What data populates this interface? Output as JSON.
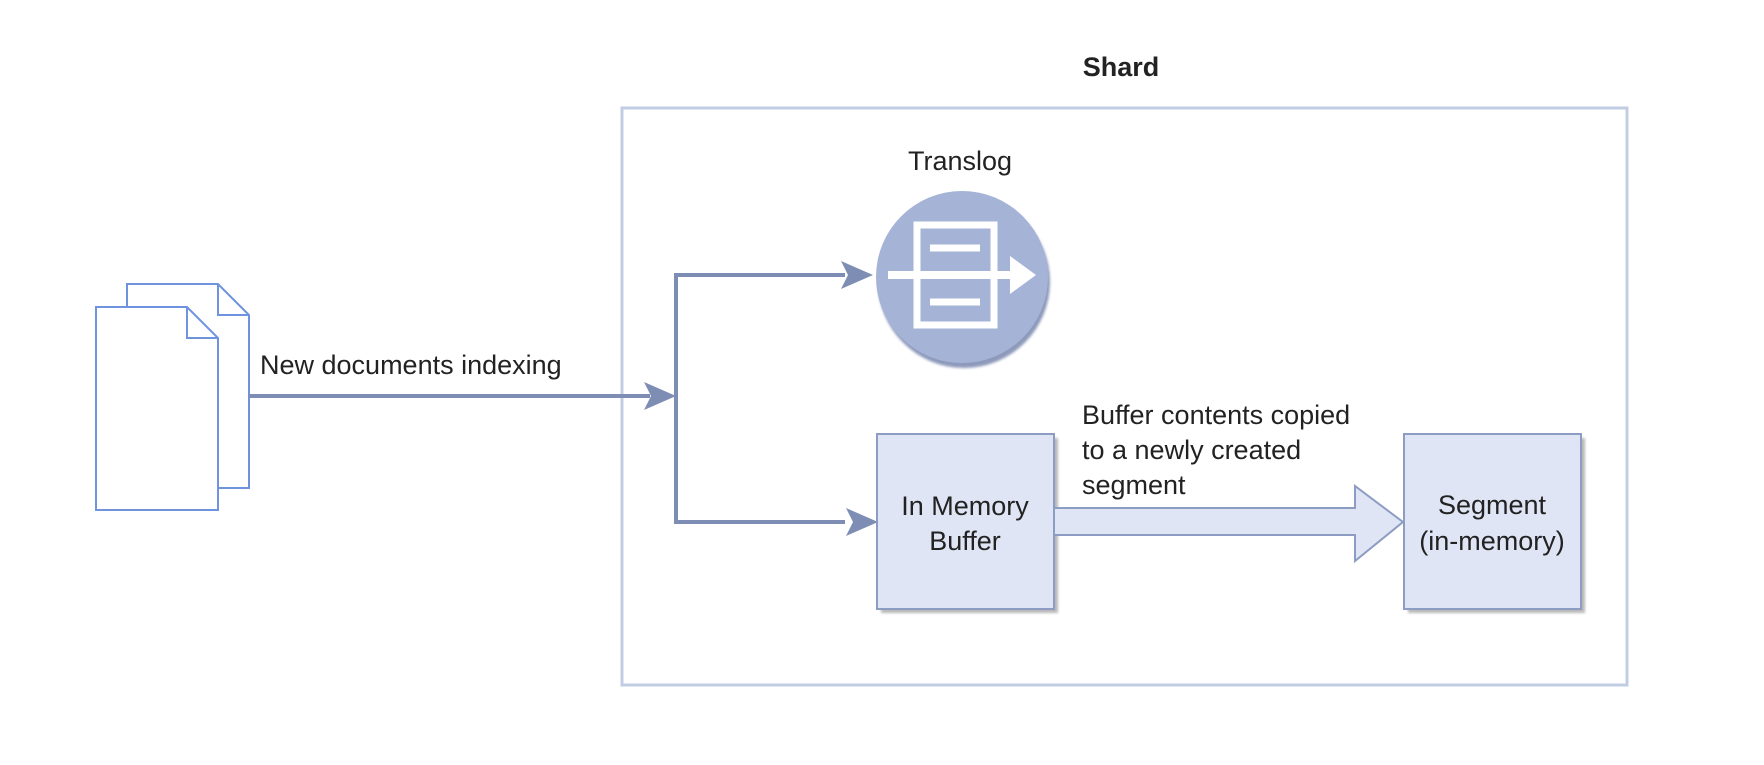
{
  "diagram": {
    "shard_title": "Shard",
    "translog_label": "Translog",
    "input_label": "New documents indexing",
    "buffer_label_line1": "In Memory",
    "buffer_label_line2": "Buffer",
    "copy_label_line1": "Buffer contents copied",
    "copy_label_line2": "to a newly created",
    "copy_label_line3": "segment",
    "segment_label_line1": "Segment",
    "segment_label_line2": "(in-memory)"
  },
  "colors": {
    "frame_stroke": "#c2cde4",
    "doc_stroke": "#6f93df",
    "arrow": "#7d8db4",
    "box_fill": "#dfe5f4",
    "box_stroke": "#8d9cc2",
    "shadow": "#b9b9b9",
    "translog_fill": "#a5b3d7",
    "translog_shadow": "#8e9abb",
    "icon_white": "#ffffff"
  },
  "icons": {
    "documents": "documents-icon",
    "translog": "translog-icon"
  }
}
